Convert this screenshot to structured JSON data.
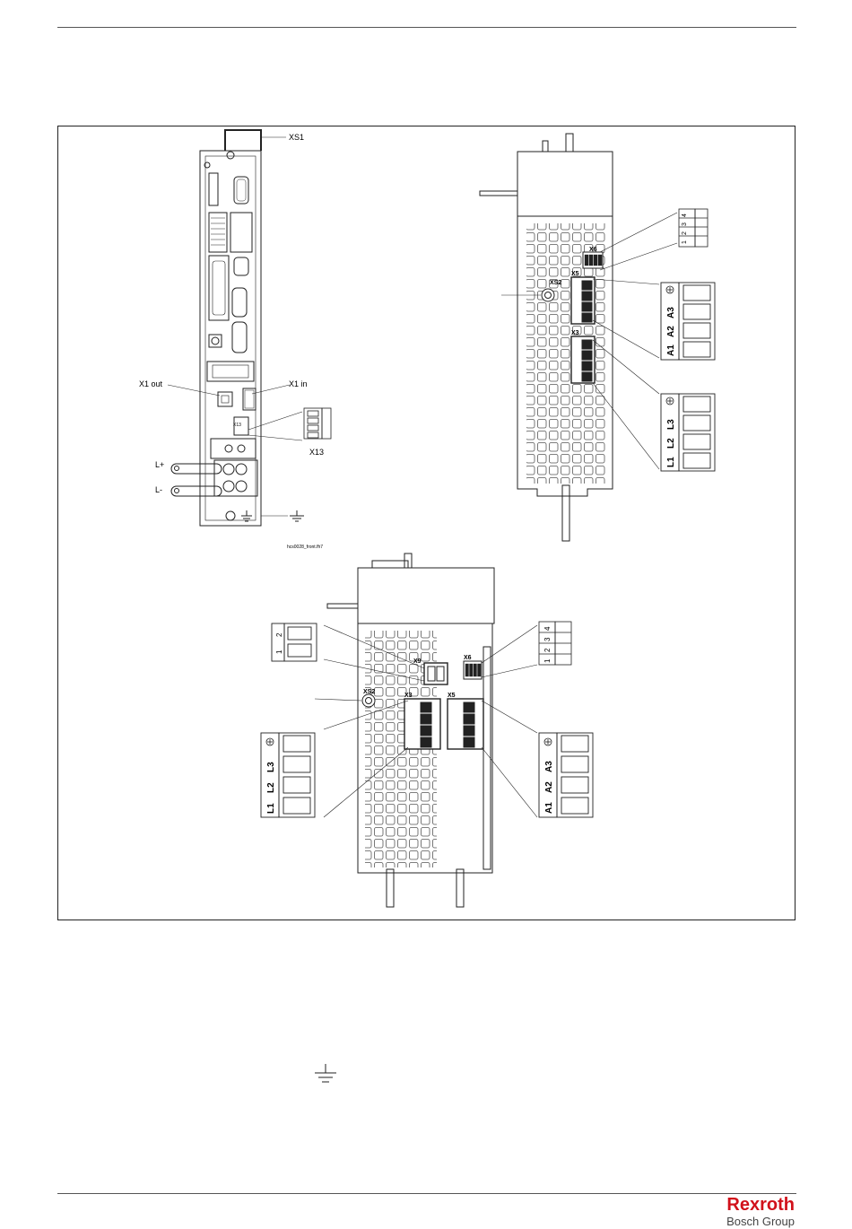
{
  "figure": {
    "file_label": "hcs0028_front.fh7",
    "view1": {
      "xs1": "XS1",
      "x1_out": "X1 out",
      "x1_in": "X1 in",
      "x13": "X13",
      "x13_small": "X13",
      "lplus": "L+",
      "lminus": "L-"
    },
    "view2": {
      "x6": "X6",
      "x5": "X5",
      "xs2": "XS2",
      "x3": "X3",
      "pins_x6": [
        "1",
        "2",
        "3",
        "4"
      ],
      "pins_x5": [
        "A1",
        "A2",
        "A3"
      ],
      "pins_x3": [
        "L1",
        "L2",
        "L3"
      ]
    },
    "view3": {
      "x9": "X9",
      "x6": "X6",
      "xs2": "XS2",
      "x3": "X3",
      "x5": "X5",
      "pins_x9": [
        "1",
        "2"
      ],
      "pins_x6": [
        "1",
        "2",
        "3",
        "4"
      ],
      "pins_x5": [
        "A1",
        "A2",
        "A3"
      ],
      "pins_x3": [
        "L1",
        "L2",
        "L3"
      ]
    }
  },
  "footer": {
    "brand": "Rexroth",
    "group": "Bosch Group"
  },
  "colors": {
    "brand_red": "#d1111b",
    "line": "#222222"
  },
  "icons": [
    "ground-icon"
  ]
}
